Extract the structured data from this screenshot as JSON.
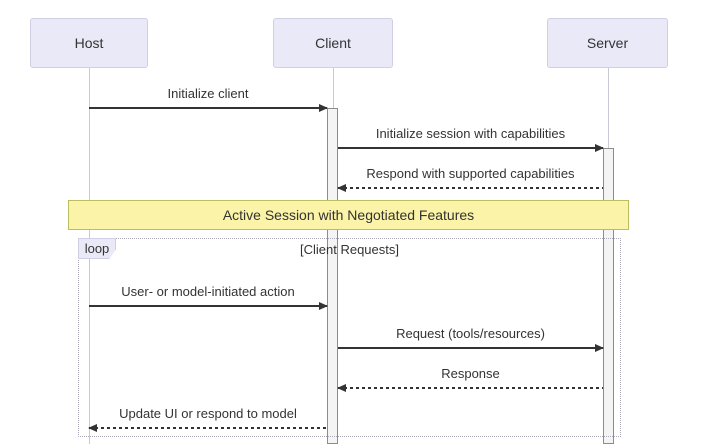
{
  "diagram": {
    "type": "sequence-diagram",
    "actors": [
      {
        "name": "Host"
      },
      {
        "name": "Client"
      },
      {
        "name": "Server"
      }
    ],
    "messages": [
      {
        "label": "Initialize client",
        "from": "Host",
        "to": "Client",
        "line": "solid",
        "direction": "right"
      },
      {
        "label": "Initialize session with capabilities",
        "from": "Client",
        "to": "Server",
        "line": "solid",
        "direction": "right"
      },
      {
        "label": "Respond with supported capabilities",
        "from": "Server",
        "to": "Client",
        "line": "dashed",
        "direction": "left"
      },
      {
        "label": "User- or model-initiated action",
        "from": "Host",
        "to": "Client",
        "line": "solid",
        "direction": "right"
      },
      {
        "label": "Request (tools/resources)",
        "from": "Client",
        "to": "Server",
        "line": "solid",
        "direction": "right"
      },
      {
        "label": "Response",
        "from": "Server",
        "to": "Client",
        "line": "dashed",
        "direction": "left"
      },
      {
        "label": "Update UI or respond to model",
        "from": "Client",
        "to": "Host",
        "line": "dashed",
        "direction": "left"
      }
    ],
    "note": {
      "label": "Active Session with Negotiated Features",
      "over": "Host,Server"
    },
    "loop": {
      "label": "loop",
      "title": "[Client Requests]"
    },
    "colors": {
      "actor_fill": "#e9e9f8",
      "actor_border": "#cfcfe6",
      "note_fill": "#fbf3a7",
      "note_border": "#bcbc60",
      "message_line": "#333333",
      "activation_fill": "#f4f4f4",
      "activation_border": "#8c8c8c",
      "lifeline": "#c9c9d6",
      "loop_border": "#a9a9b8",
      "background": "#ffffff"
    }
  }
}
